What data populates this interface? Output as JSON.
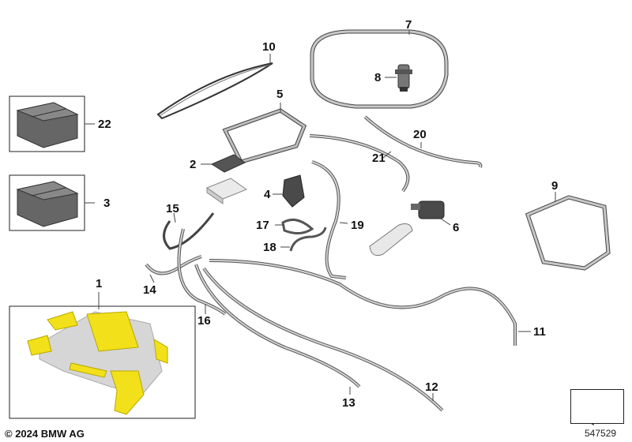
{
  "callouts": {
    "c1": "1",
    "c2": "2",
    "c3": "3",
    "c4": "4",
    "c5": "5",
    "c6": "6",
    "c7": "7",
    "c8": "8",
    "c9": "9",
    "c10": "10",
    "c11": "11",
    "c12": "12",
    "c13": "13",
    "c14": "14",
    "c15": "15",
    "c16": "16",
    "c17": "17",
    "c18": "18",
    "c19": "19",
    "c20": "20",
    "c21": "21",
    "c22": "22"
  },
  "footer": {
    "copyright": "© 2024 BMW AG",
    "diagram_id": "547529"
  },
  "colors": {
    "line": "#555555",
    "hose": "#8a8a8a",
    "hose_light": "#c8c8c8",
    "part_dark": "#4a4a4a",
    "box_gray": "#6a6a6a",
    "insulation_yellow": "#f2e01a",
    "insulation_gray": "#d6d6d6"
  },
  "icons": {
    "nav": "arrow-navigation-icon"
  }
}
